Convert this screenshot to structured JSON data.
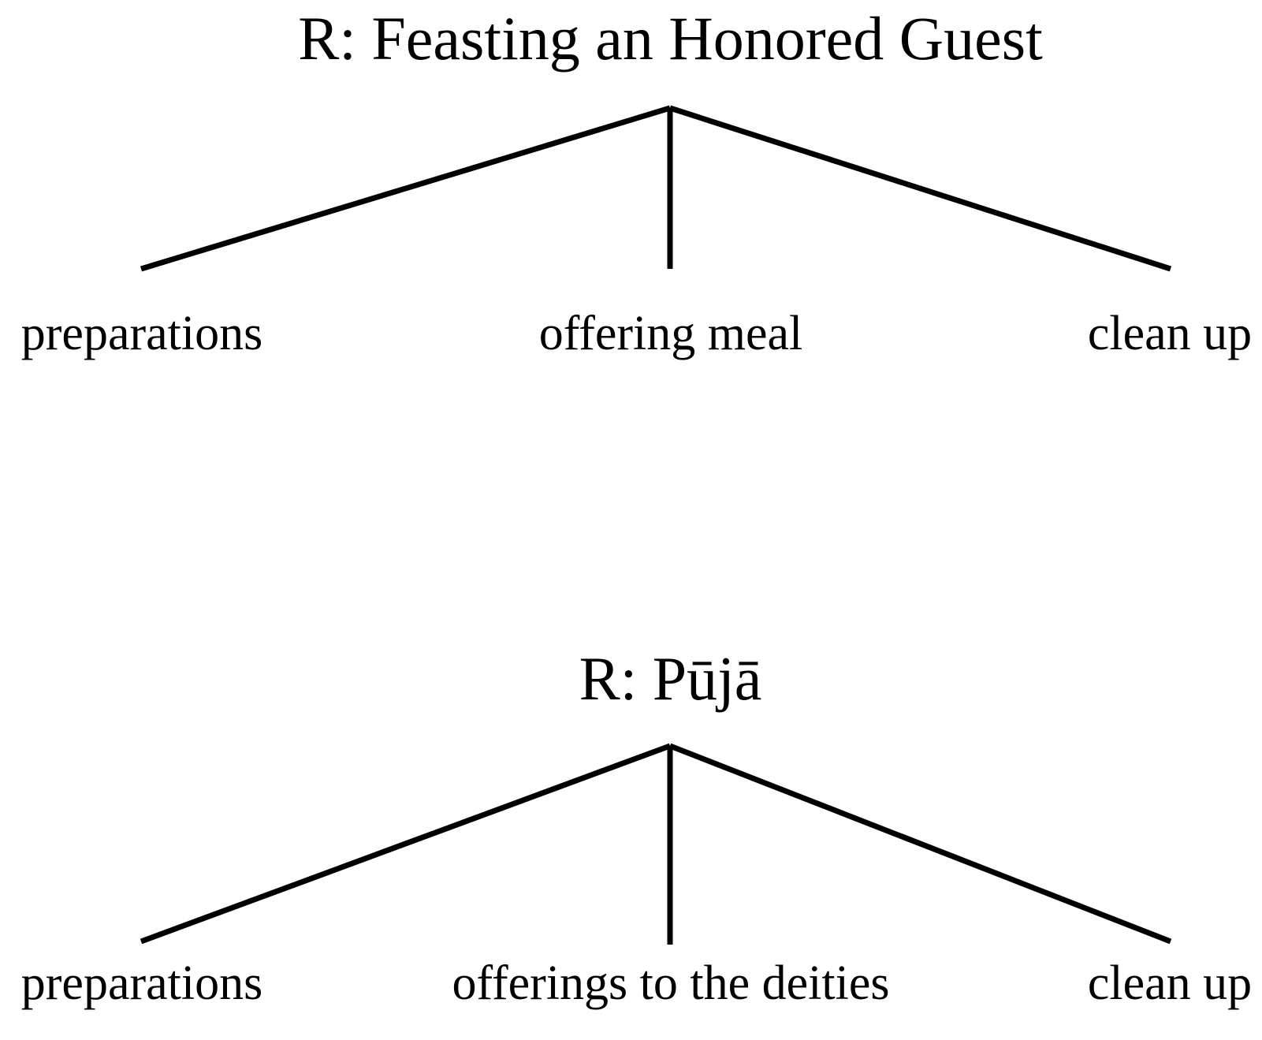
{
  "trees": [
    {
      "root": "R: Feasting an Honored Guest",
      "children": [
        "preparations",
        "offering meal",
        "clean up"
      ]
    },
    {
      "root": "R: Pūjā",
      "children": [
        "preparations",
        "offerings to the deities",
        "clean up"
      ]
    }
  ],
  "colors": {
    "line": "#000000",
    "text": "#000000",
    "background": "#ffffff"
  }
}
